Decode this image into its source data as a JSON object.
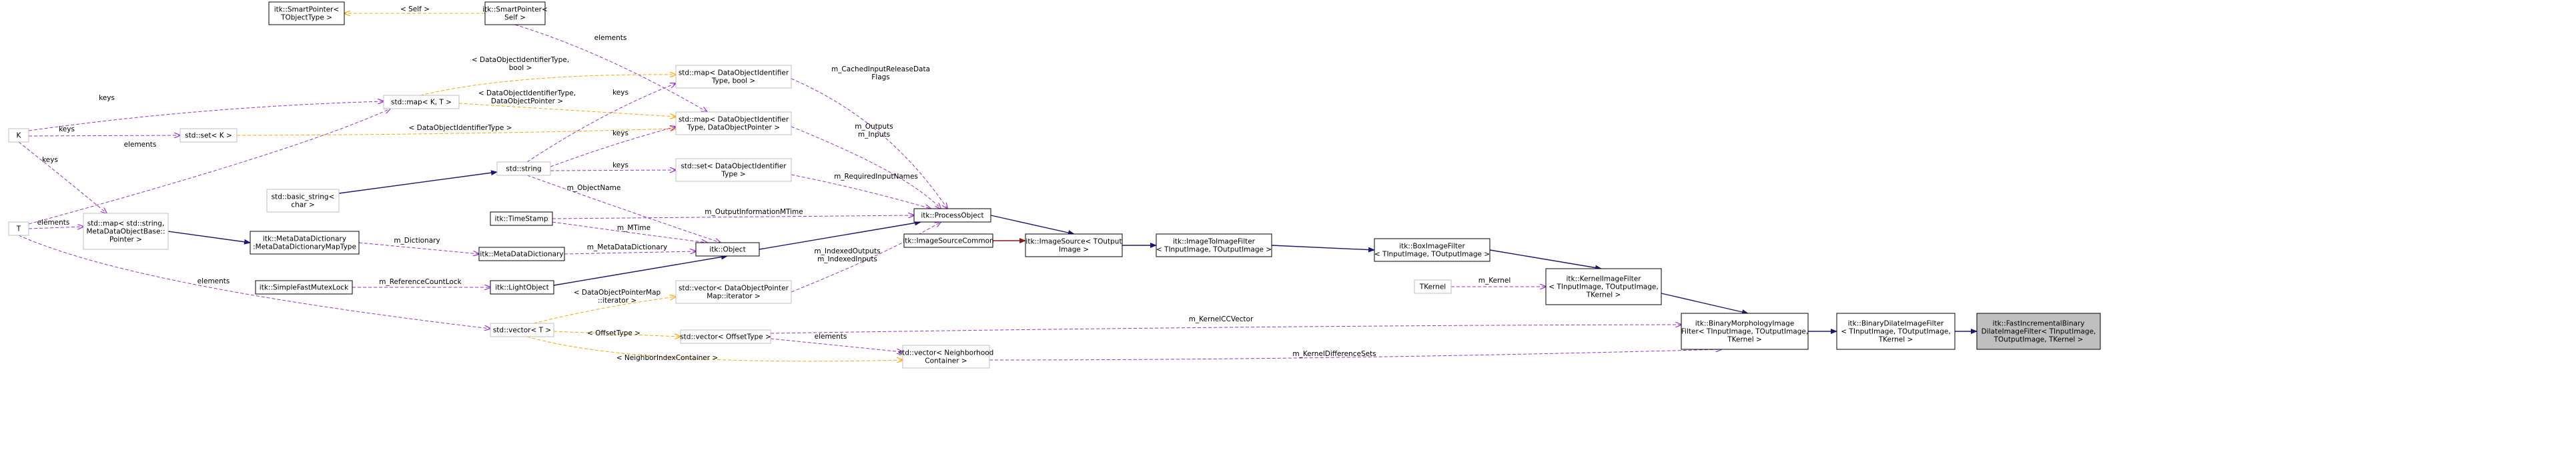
{
  "colors": {
    "node_border_complete": "#000000",
    "node_border_partial": "#bfbfbf",
    "highlight_fill": "#bfbfbf",
    "inheritance": "#191970",
    "member": "#9a32cd",
    "template": "#ffa500",
    "private_inheritance": "#8b1a1a"
  },
  "nodes": [
    {
      "id": "sp_tobj",
      "lines": [
        "itk::SmartPointer<",
        "TObjectType >"
      ],
      "style": "complete"
    },
    {
      "id": "sp_self",
      "lines": [
        "itk::SmartPointer<",
        "Self >"
      ],
      "style": "complete"
    },
    {
      "id": "K",
      "lines": [
        "K"
      ],
      "style": "partial"
    },
    {
      "id": "map_kt",
      "lines": [
        "std::map< K, T >"
      ],
      "style": "partial"
    },
    {
      "id": "set_k",
      "lines": [
        "std::set< K >"
      ],
      "style": "partial"
    },
    {
      "id": "T",
      "lines": [
        "T"
      ],
      "style": "partial"
    },
    {
      "id": "std_string",
      "lines": [
        "std::string"
      ],
      "style": "partial"
    },
    {
      "id": "basic_string",
      "lines": [
        "std::basic_string<",
        "char >"
      ],
      "style": "partial"
    },
    {
      "id": "map_bool",
      "lines": [
        "std::map< DataObjectIdentifier",
        "Type, bool >"
      ],
      "style": "partial"
    },
    {
      "id": "map_dop",
      "lines": [
        "std::map< DataObjectIdentifier",
        "Type, DataObjectPointer >"
      ],
      "style": "partial"
    },
    {
      "id": "set_doit",
      "lines": [
        "std::set< DataObjectIdentifier",
        "Type >"
      ],
      "style": "partial"
    },
    {
      "id": "map_mdob",
      "lines": [
        "std::map< std::string,",
        "MetaDataObjectBase::",
        "Pointer >"
      ],
      "style": "partial"
    },
    {
      "id": "mdd_map",
      "lines": [
        "itk::MetaDataDictionary",
        ":MetaDataDictionaryMapType"
      ],
      "style": "complete"
    },
    {
      "id": "timestamp",
      "lines": [
        "itk::TimeStamp"
      ],
      "style": "complete"
    },
    {
      "id": "mdd",
      "lines": [
        "itk::MetaDataDictionary"
      ],
      "style": "complete"
    },
    {
      "id": "sfml",
      "lines": [
        "itk::SimpleFastMutexLock"
      ],
      "style": "complete"
    },
    {
      "id": "lightobj",
      "lines": [
        "itk::LightObject"
      ],
      "style": "complete"
    },
    {
      "id": "object",
      "lines": [
        "itk::Object"
      ],
      "style": "complete"
    },
    {
      "id": "procobj",
      "lines": [
        "itk::ProcessObject"
      ],
      "style": "complete"
    },
    {
      "id": "vec_dopm",
      "lines": [
        "std::vector< DataObjectPointer",
        "Map::iterator >"
      ],
      "style": "partial"
    },
    {
      "id": "vec_t",
      "lines": [
        "std::vector< T >"
      ],
      "style": "partial"
    },
    {
      "id": "vec_offset",
      "lines": [
        "std::vector< OffsetType >"
      ],
      "style": "partial"
    },
    {
      "id": "vec_nic",
      "lines": [
        "std::vector< Neighborhood",
        "Container >"
      ],
      "style": "partial"
    },
    {
      "id": "imgsrc_common",
      "lines": [
        "itk::ImageSourceCommon"
      ],
      "style": "complete"
    },
    {
      "id": "imgsrc",
      "lines": [
        "itk::ImageSource< TOutput",
        "Image >"
      ],
      "style": "complete"
    },
    {
      "id": "i2i",
      "lines": [
        "itk::ImageToImageFilter",
        "< TInputImage, TOutputImage >"
      ],
      "style": "complete"
    },
    {
      "id": "boxfilter",
      "lines": [
        "itk::BoxImageFilter",
        "< TInputImage, TOutputImage >"
      ],
      "style": "complete"
    },
    {
      "id": "tkernel",
      "lines": [
        "TKernel"
      ],
      "style": "partial"
    },
    {
      "id": "kernelfilter",
      "lines": [
        "itk::KernelImageFilter",
        "< TInputImage, TOutputImage,",
        "TKernel >"
      ],
      "style": "complete"
    },
    {
      "id": "binmorph",
      "lines": [
        "itk::BinaryMorphologyImage",
        "Filter< TInputImage, TOutputImage,",
        "TKernel >"
      ],
      "style": "complete"
    },
    {
      "id": "bindilate",
      "lines": [
        "itk::BinaryDilateImageFilter",
        "< TInputImage, TOutputImage,",
        "TKernel >"
      ],
      "style": "complete"
    },
    {
      "id": "fastincr",
      "lines": [
        "itk::FastIncrementalBinary",
        "DilateImageFilter< TInputImage,",
        "TOutputImage, TKernel >"
      ],
      "style": "highlight"
    }
  ],
  "edges": [
    {
      "from": "sp_self",
      "to": "sp_tobj",
      "kind": "template",
      "labels": [
        "< Self >"
      ]
    },
    {
      "from": "K",
      "to": "map_kt",
      "kind": "member",
      "labels": [
        "keys"
      ]
    },
    {
      "from": "T",
      "to": "map_kt",
      "kind": "member",
      "labels": [
        "elements"
      ]
    },
    {
      "from": "K",
      "to": "set_k",
      "kind": "member",
      "labels": [
        "keys"
      ]
    },
    {
      "from": "map_kt",
      "to": "map_bool",
      "kind": "template",
      "labels": [
        "< DataObjectIdentifierType,",
        "bool >"
      ]
    },
    {
      "from": "map_kt",
      "to": "map_dop",
      "kind": "template",
      "labels": [
        "< DataObjectIdentifierType,",
        "DataObjectPointer >"
      ]
    },
    {
      "from": "set_k",
      "to": "set_doit",
      "kind": "template",
      "labels": [
        "< DataObjectIdentifierType >"
      ]
    },
    {
      "from": "sp_self",
      "to": "map_dop",
      "kind": "member",
      "labels": [
        "elements"
      ]
    },
    {
      "from": "std_string",
      "to": "map_bool",
      "kind": "member",
      "labels": [
        "keys"
      ]
    },
    {
      "from": "std_string",
      "to": "map_dop",
      "kind": "member",
      "labels": [
        "keys"
      ]
    },
    {
      "from": "std_string",
      "to": "set_doit",
      "kind": "member",
      "labels": [
        "keys"
      ]
    },
    {
      "from": "basic_string",
      "to": "std_string",
      "kind": "inheritance",
      "labels": []
    },
    {
      "from": "K",
      "to": "map_mdob",
      "kind": "member",
      "labels": [
        "keys"
      ]
    },
    {
      "from": "T",
      "to": "map_mdob",
      "kind": "member",
      "labels": [
        "elements"
      ]
    },
    {
      "from": "map_mdob",
      "to": "mdd_map",
      "kind": "inheritance",
      "labels": []
    },
    {
      "from": "mdd_map",
      "to": "mdd",
      "kind": "member",
      "labels": [
        "m_Dictionary"
      ]
    },
    {
      "from": "map_bool",
      "to": "procobj",
      "kind": "member",
      "labels": [
        "m_CachedInputReleaseData",
        "Flags"
      ]
    },
    {
      "from": "map_dop",
      "to": "procobj",
      "kind": "member",
      "labels": [
        "m_Outputs",
        "m_Inputs"
      ]
    },
    {
      "from": "set_doit",
      "to": "procobj",
      "kind": "member",
      "labels": [
        "m_RequiredInputNames"
      ]
    },
    {
      "from": "timestamp",
      "to": "procobj",
      "kind": "member",
      "labels": [
        "m_OutputInformationMTime"
      ]
    },
    {
      "from": "timestamp",
      "to": "object",
      "kind": "member",
      "labels": [
        "m_MTime"
      ]
    },
    {
      "from": "mdd",
      "to": "object",
      "kind": "member",
      "labels": [
        "m_MetaDataDictionary"
      ]
    },
    {
      "from": "std_string",
      "to": "object",
      "kind": "member",
      "labels": [
        "m_ObjectName"
      ]
    },
    {
      "from": "sfml",
      "to": "lightobj",
      "kind": "member",
      "labels": [
        "m_ReferenceCountLock"
      ]
    },
    {
      "from": "lightobj",
      "to": "object",
      "kind": "inheritance",
      "labels": []
    },
    {
      "from": "object",
      "to": "procobj",
      "kind": "inheritance",
      "labels": []
    },
    {
      "from": "vec_dopm",
      "to": "procobj",
      "kind": "member",
      "labels": [
        "m_IndexedOutputs",
        "m_IndexedInputs"
      ]
    },
    {
      "from": "T",
      "to": "vec_t",
      "kind": "member",
      "labels": [
        "elements"
      ]
    },
    {
      "from": "vec_t",
      "to": "vec_dopm",
      "kind": "template",
      "labels": [
        "< DataObjectPointerMap",
        "::iterator >"
      ]
    },
    {
      "from": "vec_t",
      "to": "vec_offset",
      "kind": "template",
      "labels": [
        "< OffsetType >"
      ]
    },
    {
      "from": "vec_t",
      "to": "vec_nic",
      "kind": "template",
      "labels": [
        "< NeighborIndexContainer >"
      ]
    },
    {
      "from": "vec_offset",
      "to": "vec_nic",
      "kind": "member",
      "labels": [
        "elements"
      ]
    },
    {
      "from": "procobj",
      "to": "imgsrc",
      "kind": "inheritance",
      "labels": []
    },
    {
      "from": "imgsrc_common",
      "to": "imgsrc",
      "kind": "private_inheritance",
      "labels": []
    },
    {
      "from": "imgsrc",
      "to": "i2i",
      "kind": "inheritance",
      "labels": []
    },
    {
      "from": "i2i",
      "to": "boxfilter",
      "kind": "inheritance",
      "labels": []
    },
    {
      "from": "boxfilter",
      "to": "kernelfilter",
      "kind": "inheritance",
      "labels": []
    },
    {
      "from": "tkernel",
      "to": "kernelfilter",
      "kind": "member",
      "labels": [
        "m_Kernel"
      ]
    },
    {
      "from": "kernelfilter",
      "to": "binmorph",
      "kind": "inheritance",
      "labels": []
    },
    {
      "from": "vec_offset",
      "to": "binmorph",
      "kind": "member",
      "labels": [
        "m_KernelCCVector"
      ]
    },
    {
      "from": "vec_nic",
      "to": "binmorph",
      "kind": "member",
      "labels": [
        "m_KernelDifferenceSets"
      ]
    },
    {
      "from": "binmorph",
      "to": "bindilate",
      "kind": "inheritance",
      "labels": []
    },
    {
      "from": "bindilate",
      "to": "fastincr",
      "kind": "inheritance",
      "labels": []
    }
  ]
}
